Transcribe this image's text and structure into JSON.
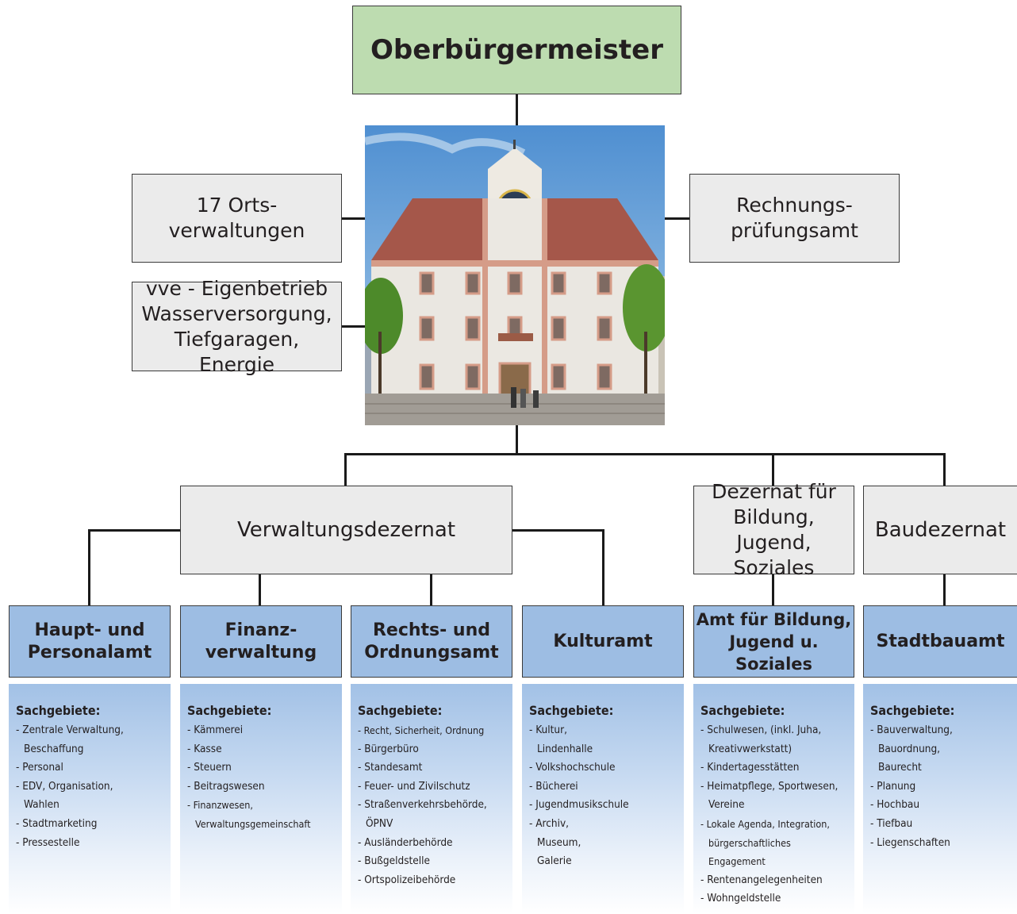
{
  "top": {
    "title": "Oberbürgermeister"
  },
  "side_left": {
    "orts": "17 Orts- verwaltungen",
    "vve": "vve - Eigenbetrieb Wasserversorgung, Tiefgaragen, Energie"
  },
  "side_right": {
    "rpa": "Rechnungs- prüfungsamt"
  },
  "dezernate": {
    "verwaltung": "Verwaltungsdezernat",
    "bildung": "Dezernat für Bildung, Jugend, Soziales",
    "bau": "Baudezernat"
  },
  "sachgebiete_label": "Sachgebiete:",
  "aemter": [
    {
      "name": "Haupt- und Personalamt",
      "items": [
        "Zentrale Verwaltung, Beschaffung",
        "Personal",
        "EDV, Organisation, Wahlen",
        "Stadtmarketing",
        "Pressestelle"
      ]
    },
    {
      "name": "Finanz- verwaltung",
      "items": [
        "Kämmerei",
        "Kasse",
        "Steuern",
        "Beitragswesen",
        "Finanzwesen, Verwaltungsgemeinschaft"
      ]
    },
    {
      "name": "Rechts- und Ordnungsamt",
      "items": [
        "Recht, Sicherheit, Ordnung",
        "Bürgerbüro",
        "Standesamt",
        "Feuer- und Zivilschutz",
        "Straßenverkehrsbehörde, ÖPNV",
        "Ausländerbehörde",
        "Bußgeldstelle",
        "Ortspolizeibehörde"
      ]
    },
    {
      "name": "Kulturamt",
      "items": [
        "Kultur, Lindenhalle",
        "Volkshochschule",
        "Bücherei",
        "Jugendmusikschule",
        "Archiv, Museum, Galerie"
      ]
    },
    {
      "name": "Amt für Bildung, Jugend u. Soziales",
      "items": [
        "Schulwesen, (inkl. Juha, Kreativwerkstatt)",
        "Kindertagesstätten",
        "Heimatpflege, Sportwesen, Vereine",
        "Lokale Agenda, Integration, bürgerschaftliches Engagement",
        "Rentenangelegenheiten",
        "Wohngeldstelle"
      ]
    },
    {
      "name": "Stadtbauamt",
      "items": [
        "Bauverwaltung, Bauordnung, Baurecht",
        "Planung",
        "Hochbau",
        "Tiefbau",
        "Liegenschaften"
      ]
    }
  ],
  "colors": {
    "top": "#bddcb0",
    "grey": "#ebebeb",
    "amt": "#9dbde3",
    "line": "#1a1a1a"
  }
}
